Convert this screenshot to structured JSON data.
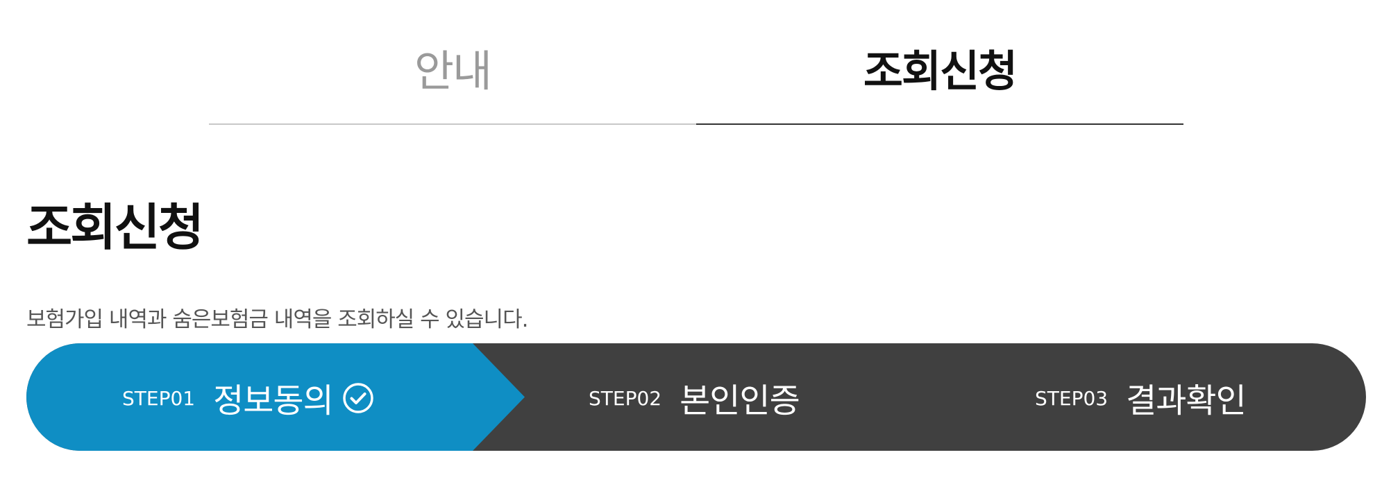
{
  "tabs": [
    {
      "label": "안내",
      "active": false
    },
    {
      "label": "조회신청",
      "active": true
    }
  ],
  "page": {
    "title": "조회신청",
    "description": "보험가입 내역과 숨은보험금 내역을 조회하실 수 있습니다."
  },
  "steps": [
    {
      "number": "STEP01",
      "label": "정보동의",
      "state": "current",
      "icon": "check-circle-icon"
    },
    {
      "number": "STEP02",
      "label": "본인인증",
      "state": "upcoming"
    },
    {
      "number": "STEP03",
      "label": "결과확인",
      "state": "upcoming"
    }
  ],
  "colors": {
    "active_step_bg": "#0f8ec4",
    "step_bar_bg": "#404040",
    "tab_inactive_text": "#9a9a9a",
    "tab_active_text": "#111111",
    "description_text": "#555555"
  }
}
